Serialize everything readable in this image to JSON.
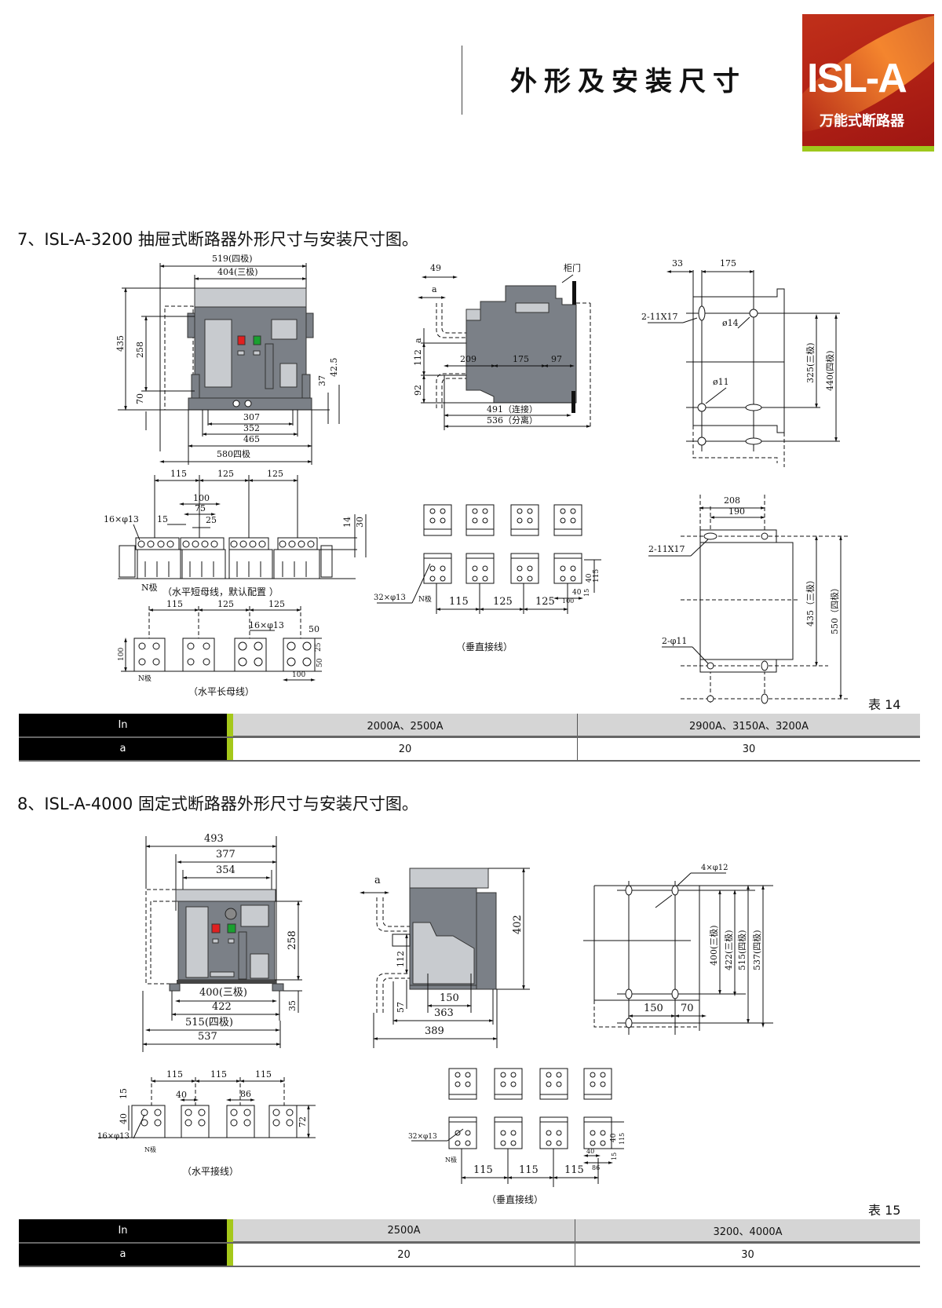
{
  "header": {
    "title": "外形及安装尺寸",
    "logo_brand": "ISL-A",
    "logo_subtitle": "万能式断路器"
  },
  "colors": {
    "logo_red": "#b52416",
    "accent_green": "#a5c81a",
    "row_header_bg": "#000000",
    "header_row_bg": "#d5d5d5",
    "breaker_body": "#7b8087"
  },
  "section7": {
    "heading": "7、ISL-A-3200 抽屉式断路器外形尺寸与安装尺寸图。",
    "front": [
      "519(四极)",
      "404(三极)",
      "435",
      "258",
      "70",
      "37",
      "42.5",
      "307",
      "352",
      "465",
      "580四极"
    ],
    "side": [
      "49",
      "a",
      "柜门",
      "a",
      "112",
      "92",
      "209",
      "175",
      "97",
      "491（连接）",
      "536（分离）"
    ],
    "mount_top": [
      "33",
      "175",
      "2-11X17",
      "ø14",
      "ø11",
      "325(三极)",
      "440(四极)"
    ],
    "busbar_short": [
      "115",
      "125",
      "125",
      "100",
      "75",
      "15",
      "25",
      "16×φ13",
      "14",
      "30",
      "N极",
      "（水平短母线，默认配置 ）"
    ],
    "busbar_long": [
      "115",
      "125",
      "125",
      "16×φ13",
      "50",
      "25",
      "50",
      "100",
      "100",
      "N极",
      "（水平长母线）"
    ],
    "vertical": [
      "32×φ13",
      "N极",
      "115",
      "125",
      "125",
      "40",
      "115",
      "40",
      "15",
      "100",
      "（垂直接线）"
    ],
    "mount_bottom": [
      "208",
      "190",
      "2-11X17",
      "2-φ11",
      "435（三极）",
      "550（四极）"
    ],
    "table_label": "表  14",
    "table": {
      "in_label": "In",
      "in_values": [
        "2000A、2500A",
        "2900A、3150A、3200A"
      ],
      "a_label": "a",
      "a_values": [
        "20",
        "30"
      ]
    }
  },
  "section8": {
    "heading": "8、ISL-A-4000 固定式断路器外形尺寸与安装尺寸图。",
    "front": [
      "493",
      "377",
      "354",
      "258",
      "400(三极)",
      "422",
      "515(四极)",
      "537",
      "35"
    ],
    "side": [
      "a",
      "402",
      "112",
      "57",
      "150",
      "363",
      "389"
    ],
    "mount": [
      "4×φ12",
      "400(三极)",
      "422(三极)",
      "515(四极)",
      "537(四极)",
      "150",
      "70"
    ],
    "horizontal": [
      "115",
      "115",
      "115",
      "15",
      "40",
      "40",
      "86",
      "72",
      "16×φ13",
      "N极",
      "（水平接线）"
    ],
    "vertical": [
      "32×φ13",
      "N极",
      "115",
      "115",
      "115",
      "40",
      "115",
      "40",
      "86",
      "15",
      "（垂直接线）"
    ],
    "table_label": "表  15",
    "table": {
      "in_label": "In",
      "in_values": [
        "2500A",
        "3200、4000A"
      ],
      "a_label": "a",
      "a_values": [
        "20",
        "30"
      ]
    }
  }
}
